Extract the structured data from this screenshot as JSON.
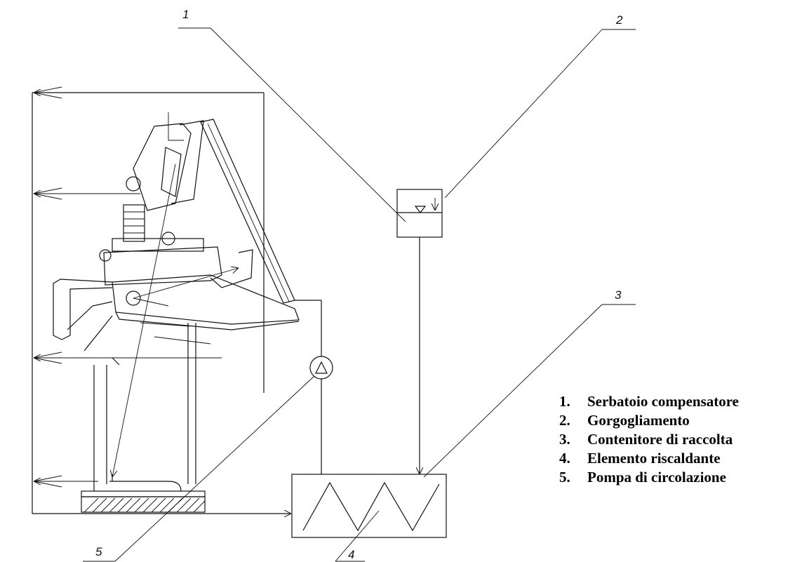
{
  "callouts": {
    "c1": "1",
    "c2": "2",
    "c3": "3",
    "c4": "4",
    "c5": "5"
  },
  "legend": {
    "items": [
      {
        "num": "1.",
        "label": "Serbatoio compensatore"
      },
      {
        "num": "2.",
        "label": "Gorgogliamento"
      },
      {
        "num": "3.",
        "label": "Contenitore di raccolta"
      },
      {
        "num": "4.",
        "label": "Elemento riscaldante"
      },
      {
        "num": "5.",
        "label": "Pompa di circolazione"
      }
    ]
  }
}
